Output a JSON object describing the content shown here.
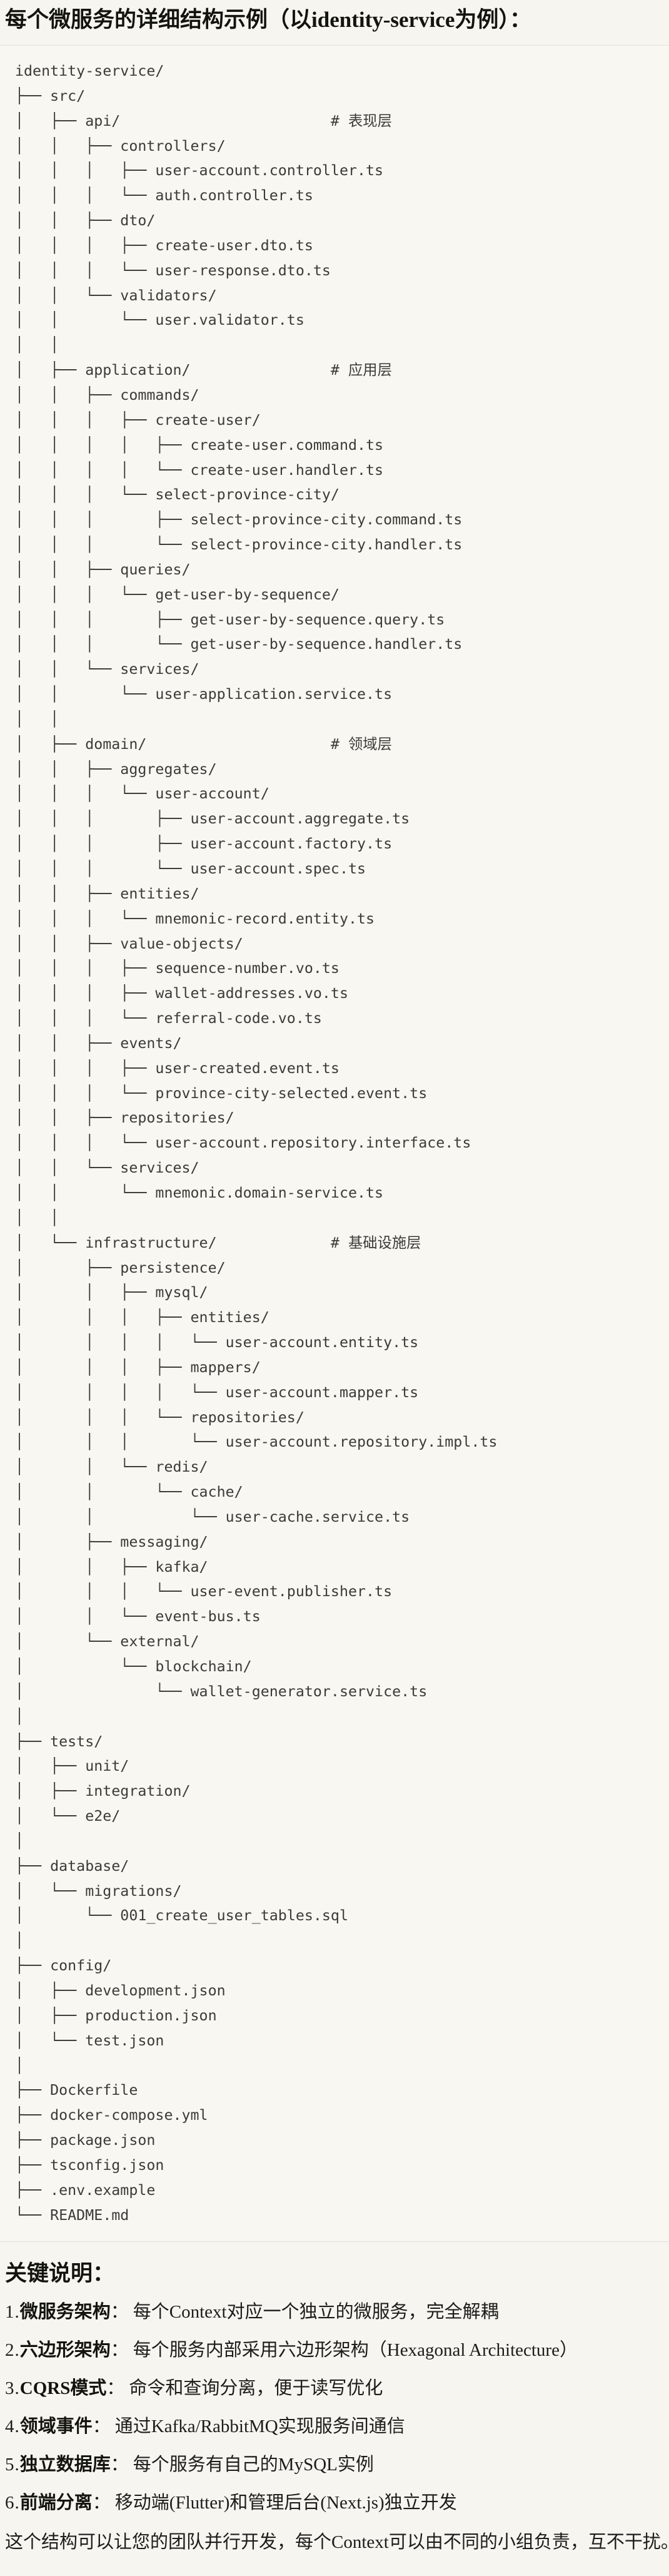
{
  "document": {
    "title": "每个微服务的详细结构示例（以identity-service为例）：",
    "tree": {
      "lines": [
        "identity-service/",
        "├── src/",
        "│   ├── api/                        # 表现层",
        "│   │   ├── controllers/",
        "│   │   │   ├── user-account.controller.ts",
        "│   │   │   └── auth.controller.ts",
        "│   │   ├── dto/",
        "│   │   │   ├── create-user.dto.ts",
        "│   │   │   └── user-response.dto.ts",
        "│   │   └── validators/",
        "│   │       └── user.validator.ts",
        "│   │",
        "│   ├── application/                # 应用层",
        "│   │   ├── commands/",
        "│   │   │   ├── create-user/",
        "│   │   │   │   ├── create-user.command.ts",
        "│   │   │   │   └── create-user.handler.ts",
        "│   │   │   └── select-province-city/",
        "│   │   │       ├── select-province-city.command.ts",
        "│   │   │       └── select-province-city.handler.ts",
        "│   │   ├── queries/",
        "│   │   │   └── get-user-by-sequence/",
        "│   │   │       ├── get-user-by-sequence.query.ts",
        "│   │   │       └── get-user-by-sequence.handler.ts",
        "│   │   └── services/",
        "│   │       └── user-application.service.ts",
        "│   │",
        "│   ├── domain/                     # 领域层",
        "│   │   ├── aggregates/",
        "│   │   │   └── user-account/",
        "│   │   │       ├── user-account.aggregate.ts",
        "│   │   │       ├── user-account.factory.ts",
        "│   │   │       └── user-account.spec.ts",
        "│   │   ├── entities/",
        "│   │   │   └── mnemonic-record.entity.ts",
        "│   │   ├── value-objects/",
        "│   │   │   ├── sequence-number.vo.ts",
        "│   │   │   ├── wallet-addresses.vo.ts",
        "│   │   │   └── referral-code.vo.ts",
        "│   │   ├── events/",
        "│   │   │   ├── user-created.event.ts",
        "│   │   │   └── province-city-selected.event.ts",
        "│   │   ├── repositories/",
        "│   │   │   └── user-account.repository.interface.ts",
        "│   │   └── services/",
        "│   │       └── mnemonic.domain-service.ts",
        "│   │",
        "│   └── infrastructure/             # 基础设施层",
        "│       ├── persistence/",
        "│       │   ├── mysql/",
        "│       │   │   ├── entities/",
        "│       │   │   │   └── user-account.entity.ts",
        "│       │   │   ├── mappers/",
        "│       │   │   │   └── user-account.mapper.ts",
        "│       │   │   └── repositories/",
        "│       │   │       └── user-account.repository.impl.ts",
        "│       │   └── redis/",
        "│       │       └── cache/",
        "│       │           └── user-cache.service.ts",
        "│       ├── messaging/",
        "│       │   ├── kafka/",
        "│       │   │   └── user-event.publisher.ts",
        "│       │   └── event-bus.ts",
        "│       └── external/",
        "│           └── blockchain/",
        "│               └── wallet-generator.service.ts",
        "│",
        "├── tests/",
        "│   ├── unit/",
        "│   ├── integration/",
        "│   └── e2e/",
        "│",
        "├── database/",
        "│   └── migrations/",
        "│       └── 001_create_user_tables.sql",
        "│",
        "├── config/",
        "│   ├── development.json",
        "│   ├── production.json",
        "│   └── test.json",
        "│",
        "├── Dockerfile",
        "├── docker-compose.yml",
        "├── package.json",
        "├── tsconfig.json",
        "├── .env.example",
        "└── README.md"
      ]
    },
    "notes": {
      "heading": "关键说明：",
      "items": [
        {
          "num": "1.",
          "term": "微服务架构",
          "colon": "：",
          "desc": "每个Context对应一个独立的微服务，完全解耦"
        },
        {
          "num": "2.",
          "term": "六边形架构",
          "colon": "：",
          "desc": "每个服务内部采用六边形架构（Hexagonal Architecture）"
        },
        {
          "num": "3.",
          "term": "CQRS模式",
          "colon": "：",
          "desc": "命令和查询分离，便于读写优化"
        },
        {
          "num": "4.",
          "term": "领域事件",
          "colon": "：",
          "desc": "通过Kafka/RabbitMQ实现服务间通信"
        },
        {
          "num": "5.",
          "term": "独立数据库",
          "colon": "：",
          "desc": "每个服务有自己的MySQL实例"
        },
        {
          "num": "6.",
          "term": "前端分离",
          "colon": "：",
          "desc": "移动端(Flutter)和管理后台(Next.js)独立开发"
        }
      ],
      "footer": "这个结构可以让您的团队并行开发，每个Context可以由不同的小组负责，互不干扰。"
    }
  }
}
